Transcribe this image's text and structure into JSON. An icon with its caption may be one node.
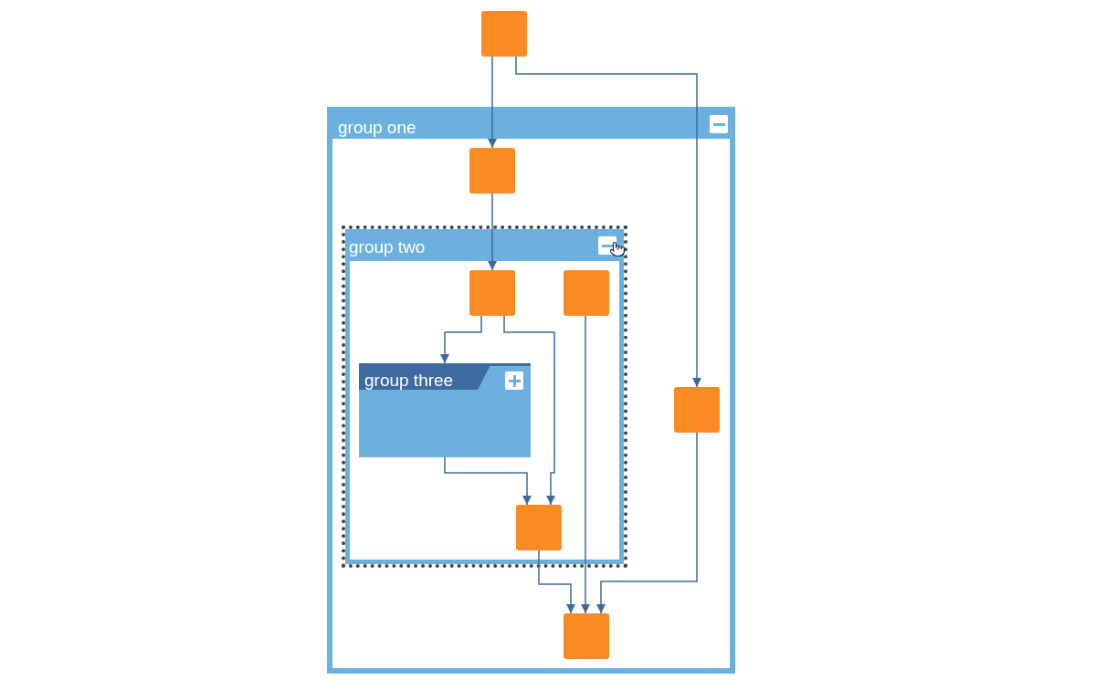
{
  "diagram": {
    "nodes": [
      {
        "text": [],
        "shape": "box"
      },
      {
        "text": [
          "group one"
        ]
      },
      {
        "text": [],
        "shape": "box",
        "in": 1
      },
      {
        "text": [
          "group two"
        ],
        "in": 1
      },
      {
        "text": [],
        "shape": "box",
        "in": 3
      },
      {
        "text": [],
        "shape": "box",
        "in": 3
      },
      {
        "text": [
          "group three"
        ],
        "in": 3
      },
      {
        "text": [],
        "shape": "box",
        "in": 3
      },
      {
        "text": [],
        "shape": "box",
        "in": 1
      },
      {
        "text": [],
        "shape": "box",
        "in": 1
      }
    ],
    "edges": [
      {
        "from": 0,
        "to": 2,
        "arrow": "to"
      },
      {
        "from": 0,
        "to": 8,
        "arrow": "to"
      },
      {
        "from": 2,
        "to": 4,
        "arrow": "to"
      },
      {
        "from": 4,
        "to": 6,
        "arrow": "to"
      },
      {
        "from": 4,
        "to": 7,
        "arrow": "to"
      },
      {
        "from": 6,
        "to": 7,
        "arrow": "to"
      },
      {
        "from": 5,
        "to": 9,
        "arrow": "to"
      },
      {
        "from": 7,
        "to": 9,
        "arrow": "to"
      },
      {
        "from": 8,
        "to": 9,
        "arrow": "to"
      }
    ]
  }
}
